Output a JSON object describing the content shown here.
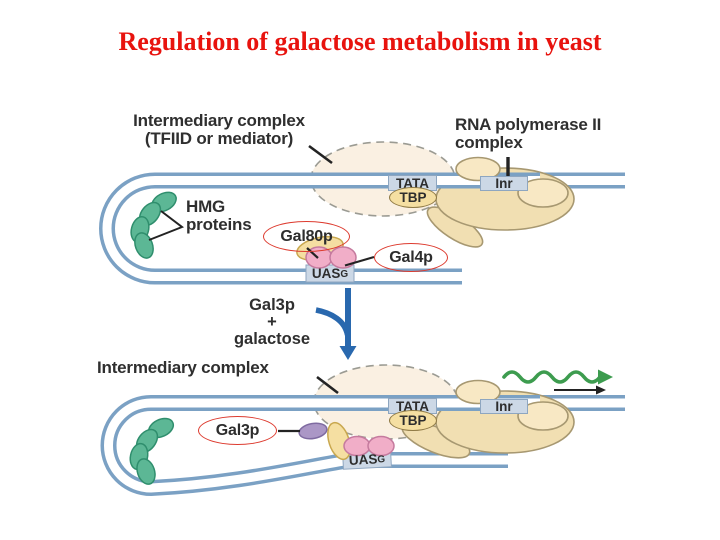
{
  "title": {
    "text": "Regulation of galactose metabolism in yeast"
  },
  "colors": {
    "title_red": "#e8130e",
    "dna_blue": "#7ba1c4",
    "complex_tan": "#f1dfb2",
    "complex_tan_light": "#f8e8c4",
    "beige_ellipse": "#faf0e2",
    "hmg_green": "#5cb795",
    "gal4p_pink": "#f1aec8",
    "gal80p_yellow": "#f5dfa2",
    "gal3p_purple": "#ab97c6",
    "highlight_red": "#dd3b2f",
    "arrow_blue": "#2968ae",
    "rna_green": "#3d9c4f",
    "box_blue": "#ccd8e6",
    "label_dark": "#2f2f2f"
  },
  "top_panel": {
    "intermediary_line1": "Intermediary complex",
    "intermediary_line2": "(TFIID or mediator)",
    "rna_pol_line1": "RNA polymerase II",
    "rna_pol_line2": "complex",
    "hmg_line1": "HMG",
    "hmg_line2": "proteins",
    "gal80p": "Gal80p",
    "gal4p": "Gal4p",
    "tata": "TATA",
    "tbp": "TBP",
    "inr": "Inr",
    "uas": "UAS",
    "uas_sub": "G"
  },
  "middle": {
    "line1": "Gal3p",
    "line2": "+",
    "line3": "galactose"
  },
  "bottom_panel": {
    "intermediary": "Intermediary complex",
    "gal3p": "Gal3p",
    "tata": "TATA",
    "tbp": "TBP",
    "inr": "Inr",
    "uas": "UAS",
    "uas_sub": "G"
  }
}
